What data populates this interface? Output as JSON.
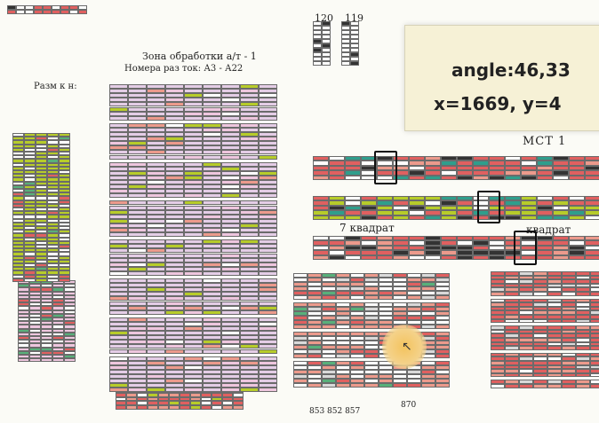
{
  "overlay": {
    "angle_text": "angle:46,33",
    "coords_text": "x=1669, y=4"
  },
  "labels": {
    "zone_title": "Зона обработки а/т - 1",
    "zone_sub": "Номера раз ток: А3 - А22",
    "rack_legend": "Разм к н:",
    "mst": "МСТ 1",
    "kv7": "7 квадрат",
    "kv_right": "квадрат",
    "n120": "120",
    "n119": "119",
    "bottom_nums": "853 852 857",
    "bottom_870": "870"
  },
  "colors": {
    "pink": "#eec6de",
    "lilac": "#e4cde6",
    "red": "#e06060",
    "salmon": "#ec9a8c",
    "olive": "#b7cc2a",
    "green": "#58b07a",
    "teal": "#2f9e8c",
    "white": "#ffffff",
    "grey": "#d9d9d9",
    "dark": "#333333"
  },
  "icons": {
    "cursor": "mouse-pointer-icon"
  }
}
